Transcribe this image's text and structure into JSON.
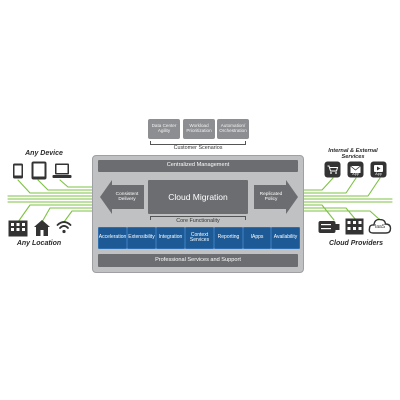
{
  "customer_scenarios": {
    "items": [
      "Data Center\nAgility",
      "Workload\nPrioritization",
      "Automation/\nOrchestration"
    ],
    "caption": "Customer Scenarios"
  },
  "core": {
    "centralized": "Centralized Management",
    "title": "Cloud Migration",
    "left_arrow": "Consistent\nDelivery",
    "right_arrow": "Replicated\nPolicy",
    "functionality_caption": "Core Functionality",
    "modules": [
      "Acceleration",
      "Extensibility",
      "Integration",
      "Context\nServices",
      "Reporting",
      "IApps",
      "Availability"
    ],
    "professional": "Professional Services and Support"
  },
  "left": {
    "any_device": "Any Device",
    "any_location": "Any Location"
  },
  "right": {
    "services_title": "Internal & External Services",
    "service_labels": [
      "",
      "App",
      "App"
    ],
    "cloud_providers": "Cloud Providers",
    "iaas": "IaaS"
  },
  "colors": {
    "frame": "#bfc1c3",
    "dark_bar": "#6b6d70",
    "module_blue": "#1d5a95",
    "line_green": "#7dc243",
    "icon_dark": "#333333"
  },
  "icons": {
    "left_top": [
      "phone-icon",
      "tablet-icon",
      "laptop-icon"
    ],
    "left_bottom": [
      "building-icon",
      "home-icon",
      "wifi-icon"
    ],
    "right_top": [
      "cart-icon",
      "mail-icon",
      "play-icon"
    ],
    "right_bottom": [
      "server-icon",
      "datacenter-icon",
      "iaas-cloud-icon"
    ]
  }
}
